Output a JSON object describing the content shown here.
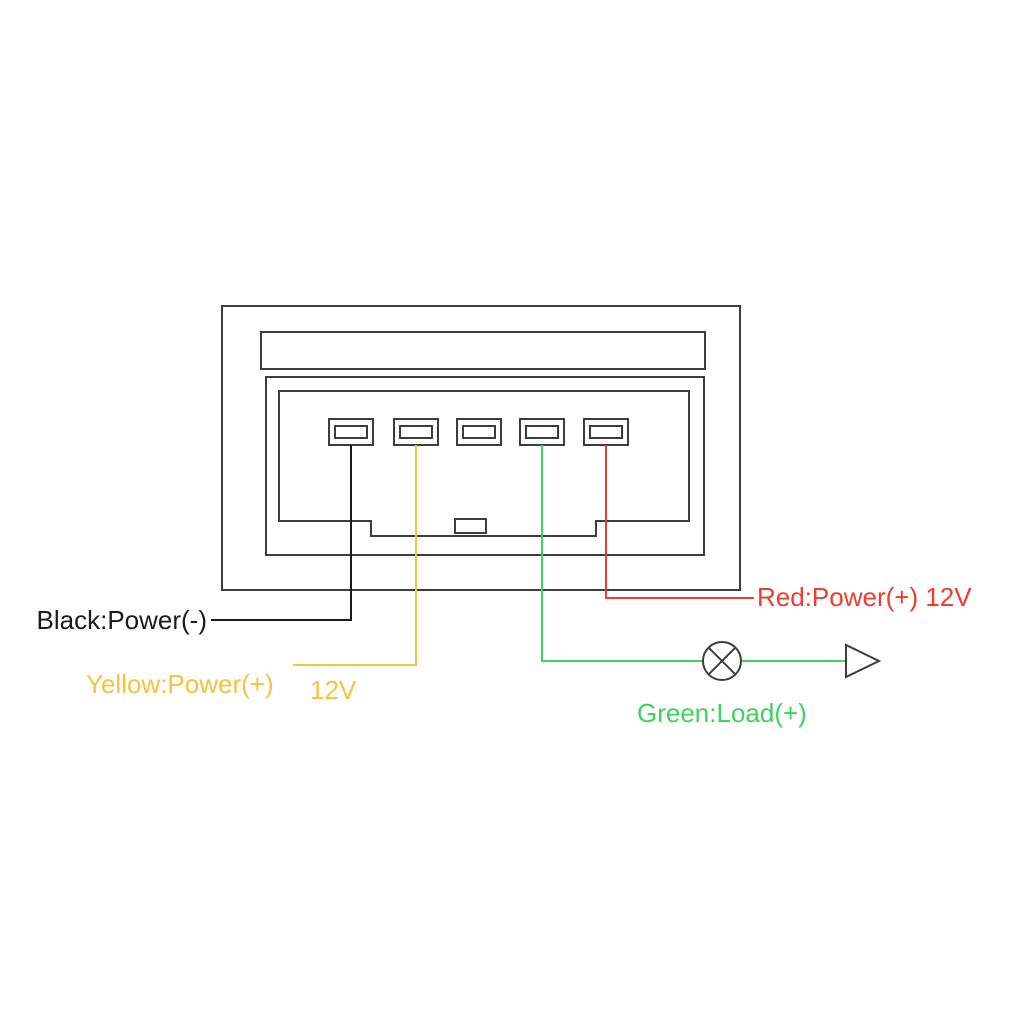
{
  "diagram": {
    "kind": "wiring-diagram",
    "connector": {
      "pin_count": 5
    },
    "wires": [
      {
        "id": "black",
        "label": "Black:Power(-)",
        "color": "#1b1b1b",
        "pin": 1
      },
      {
        "id": "yellow",
        "label": "Yellow:Power(+)",
        "voltage": "12V",
        "color": "#f7c23d",
        "pin": 2
      },
      {
        "id": "green",
        "label": "Green:Load(+)",
        "color": "#3cd45c",
        "pin": 4
      },
      {
        "id": "red",
        "label": "Red:Power(+) 12V",
        "color": "#ef3b30",
        "pin": 5
      }
    ],
    "symbols": {
      "lamp": "circle-x-lamp",
      "output": "triangle-arrow"
    },
    "colors": {
      "outline": "#3d3d3d",
      "background": "#ffffff"
    }
  }
}
